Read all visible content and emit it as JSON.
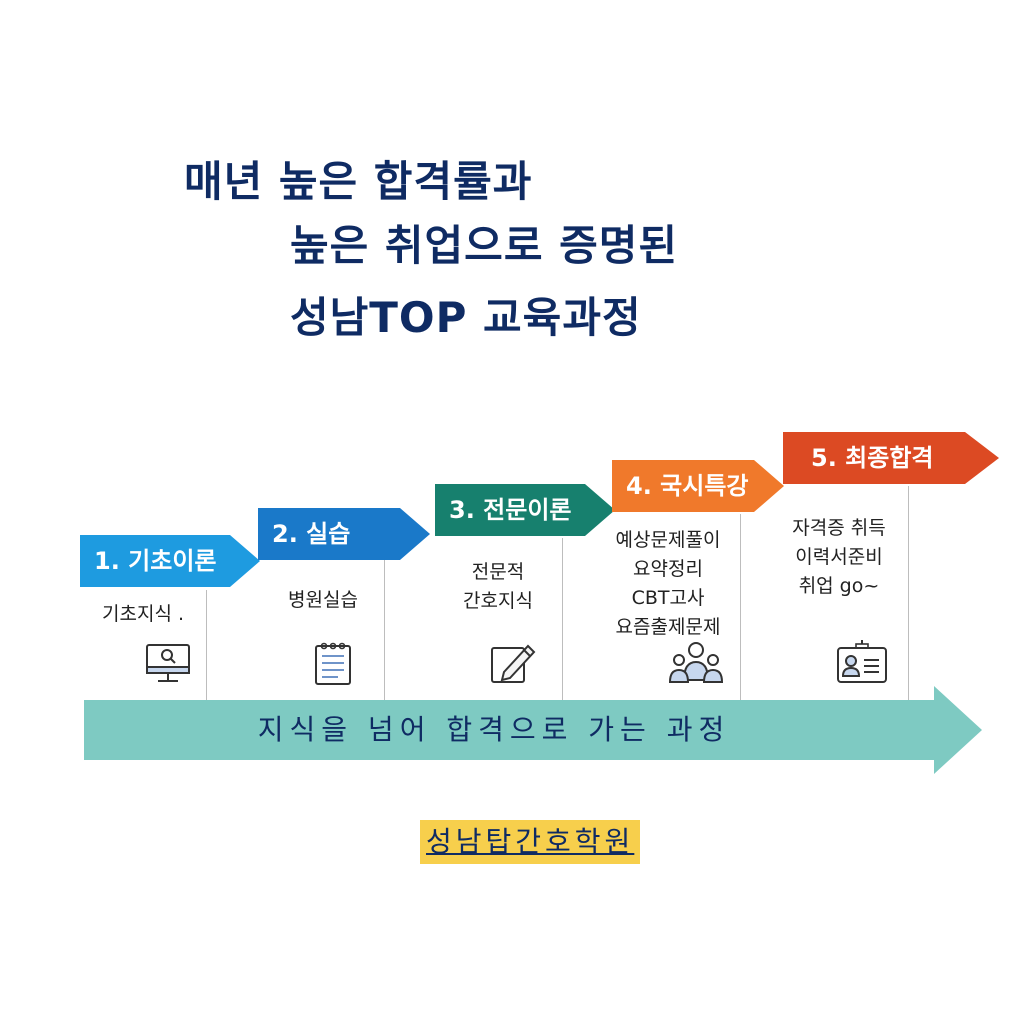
{
  "headline": {
    "line1": "매년 높은 합격률과",
    "line2": "높은 취업으로 증명된",
    "line3": "성남TOP 교육과정"
  },
  "stages": [
    {
      "label": "1. 기초이론",
      "color": "#1e9be0",
      "desc": [
        "기초지식 ."
      ],
      "icon": "monitor-search-icon"
    },
    {
      "label": "2. 실습",
      "color": "#1a79c9",
      "desc": [
        "병원실습"
      ],
      "icon": "notepad-icon"
    },
    {
      "label": "3. 전문이론",
      "color": "#17806e",
      "desc": [
        "전문적",
        "간호지식"
      ],
      "icon": "pencil-edit-icon"
    },
    {
      "label": "4. 국시특강",
      "color": "#f0792b",
      "desc": [
        "예상문제풀이",
        "요약정리",
        "CBT고사",
        "요즘출제문제"
      ],
      "icon": "group-people-icon"
    },
    {
      "label": "5. 최종합격",
      "color": "#dc4a23",
      "desc": [
        "자격증 취득",
        "이력서준비",
        "취업 go~"
      ],
      "icon": "id-card-icon"
    }
  ],
  "process_arrow": {
    "label": "지식을 넘어 합격으로 가는 과정",
    "color": "#7ecac2"
  },
  "academy_name": "성남탑간호학원"
}
